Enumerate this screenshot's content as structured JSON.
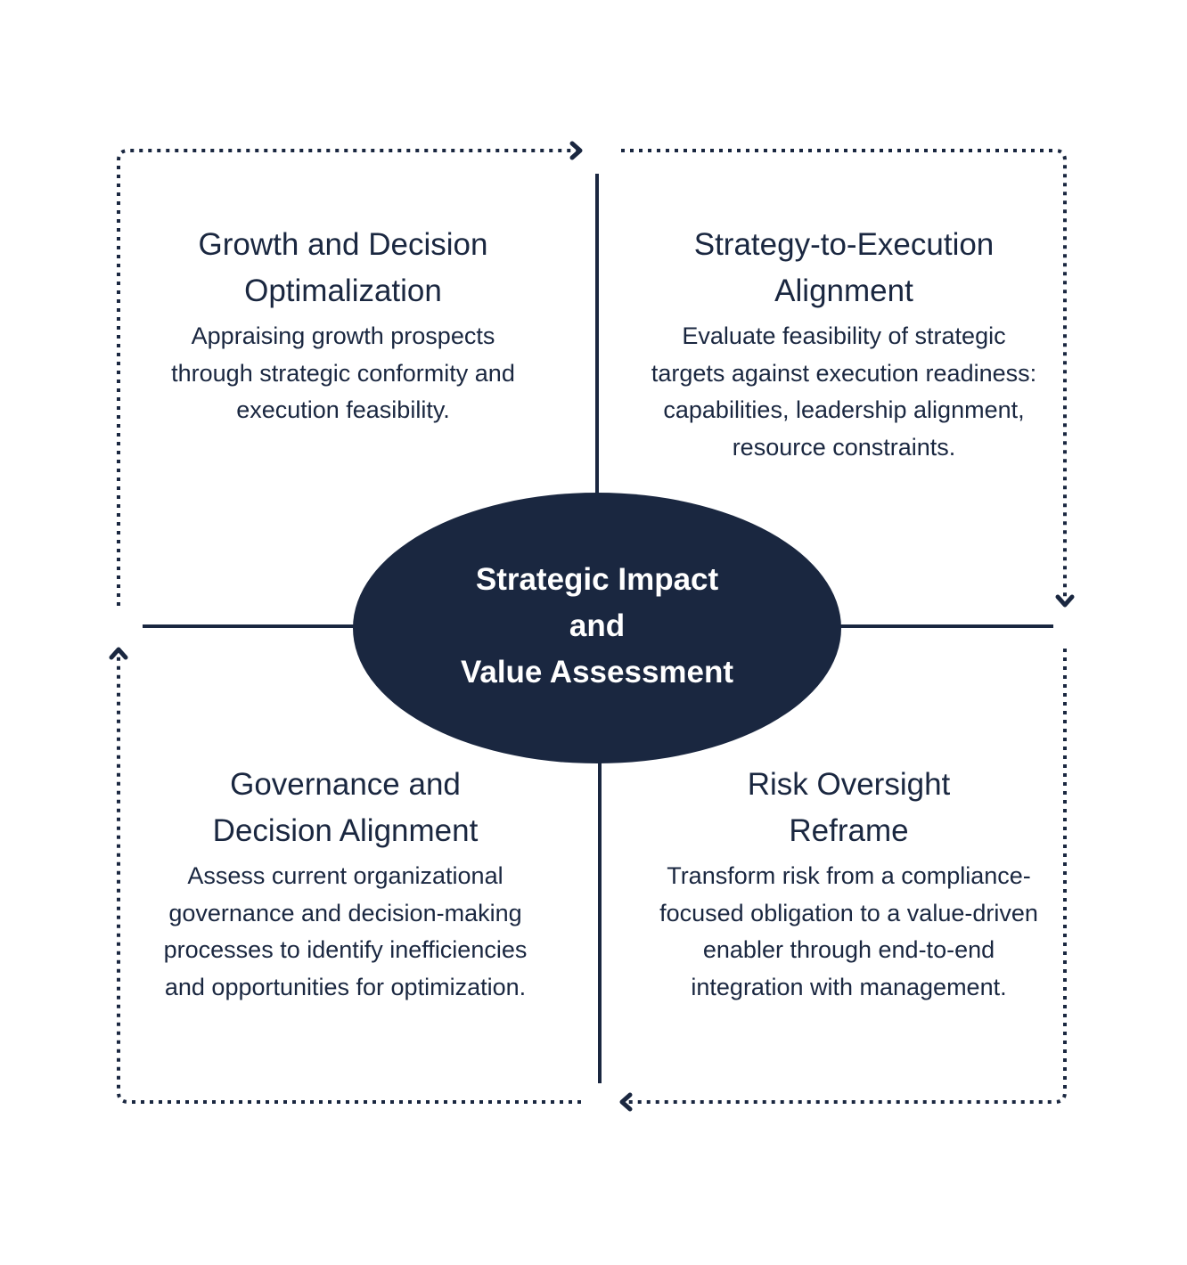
{
  "colors": {
    "primary": "#1a2740",
    "background": "#ffffff",
    "center_text": "#ffffff"
  },
  "center": {
    "lines": [
      "Strategic Impact",
      "and",
      "Value Assessment"
    ]
  },
  "quadrants": [
    {
      "title": "Growth and Decision Optimalization",
      "body": "Appraising growth prospects through strategic conformity and execution feasibility."
    },
    {
      "title": "Strategy-to-Execution Alignment",
      "body": "Evaluate feasibility of strategic targets against execution readiness: capabilities, leadership alignment, resource constraints."
    },
    {
      "title": "Governance and Decision Alignment",
      "body": "Assess current organizational governance and decision-making processes to identify inefficiencies and opportunities for optimization."
    },
    {
      "title": "Risk Oversight Reframe",
      "body": "Transform risk from a compliance-focused obligation to a value-driven enabler through end-to-end integration with management."
    }
  ]
}
